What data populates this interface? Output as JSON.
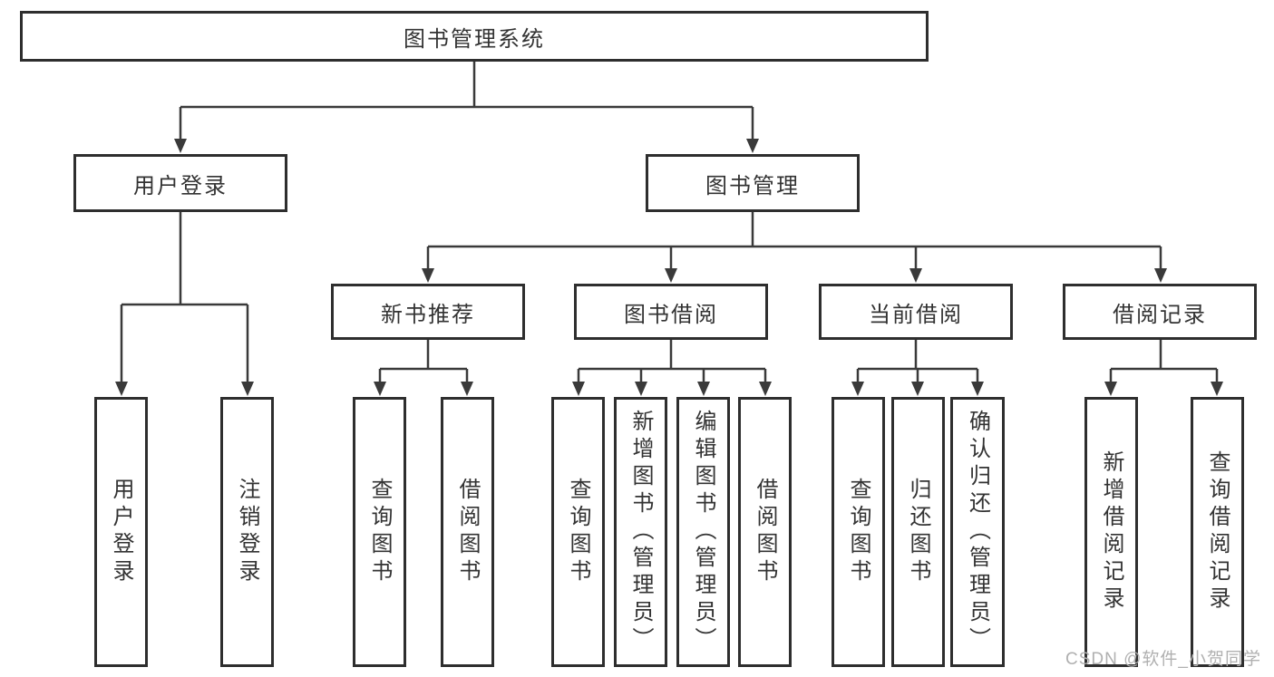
{
  "tree": {
    "root": {
      "label": "图书管理系统"
    },
    "branches": [
      {
        "label": "用户登录",
        "leaves": [
          {
            "label": "用户登录"
          },
          {
            "label": "注销登录"
          }
        ]
      },
      {
        "label": "图书管理",
        "groups": [
          {
            "label": "新书推荐",
            "leaves": [
              {
                "label": "查询图书"
              },
              {
                "label": "借阅图书"
              }
            ]
          },
          {
            "label": "图书借阅",
            "leaves": [
              {
                "label": "查询图书"
              },
              {
                "label": "新增图书（管理员）"
              },
              {
                "label": "编辑图书（管理员）"
              },
              {
                "label": "借阅图书"
              }
            ]
          },
          {
            "label": "当前借阅",
            "leaves": [
              {
                "label": "查询图书"
              },
              {
                "label": "归还图书"
              },
              {
                "label": "确认归还（管理员）"
              }
            ]
          },
          {
            "label": "借阅记录",
            "leaves": [
              {
                "label": "新增借阅记录"
              },
              {
                "label": "查询借阅记录"
              }
            ]
          }
        ]
      }
    ]
  },
  "watermark": {
    "text": "CSDN @软件_小贺同学"
  },
  "colors": {
    "line": "#3a3a3a",
    "box_border": "#2e2e2e",
    "text": "#333333",
    "watermark": "#b0b0b0",
    "background": "#ffffff"
  }
}
